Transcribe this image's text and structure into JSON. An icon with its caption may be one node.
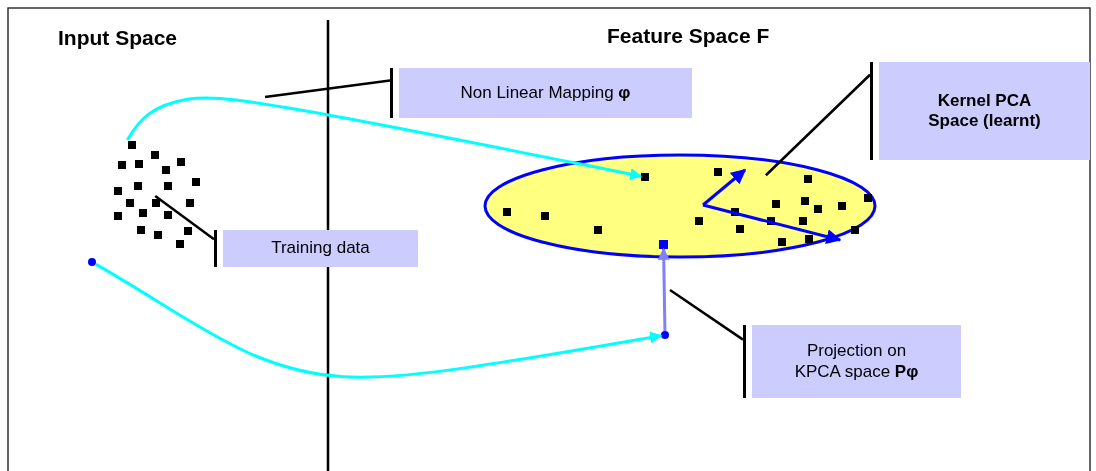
{
  "diagram": {
    "nodes": [
      {
        "text": [
          "Non Linear Mapping **φ**"
        ]
      },
      {
        "text": [
          "Kernel PCA Space (learnt)"
        ]
      },
      {
        "text": [
          "Training data"
        ]
      },
      {
        "text": [
          "Projection on KPCA space **Pφ**"
        ]
      },
      {
        "text": [],
        "shape": "ellipse"
      },
      {
        "text": [],
        "shape": "picture"
      },
      {
        "text": [],
        "shape": "circle"
      },
      {
        "text": [],
        "shape": "circle"
      },
      {
        "text": [],
        "shape": "box",
        "in": 4
      },
      {
        "text": [],
        "shape": "box",
        "in": 4
      }
    ],
    "edges": [
      {
        "from": 5,
        "to": 9,
        "arrow": "to",
        "color": "#00ffff"
      },
      {
        "from": 6,
        "to": 7,
        "arrow": "to",
        "color": "#00ffff"
      },
      {
        "from": 7,
        "to": 8,
        "arrow": "to",
        "color": "#8080ff"
      },
      {
        "from": 0,
        "to": null,
        "arrow": "none"
      },
      {
        "from": 1,
        "to": 4,
        "arrow": "none"
      },
      {
        "from": 2,
        "to": 5,
        "arrow": "none"
      },
      {
        "from": 3,
        "to": null,
        "arrow": "none"
      }
    ],
    "labels": [
      "Input Space",
      "Feature Space F"
    ]
  }
}
